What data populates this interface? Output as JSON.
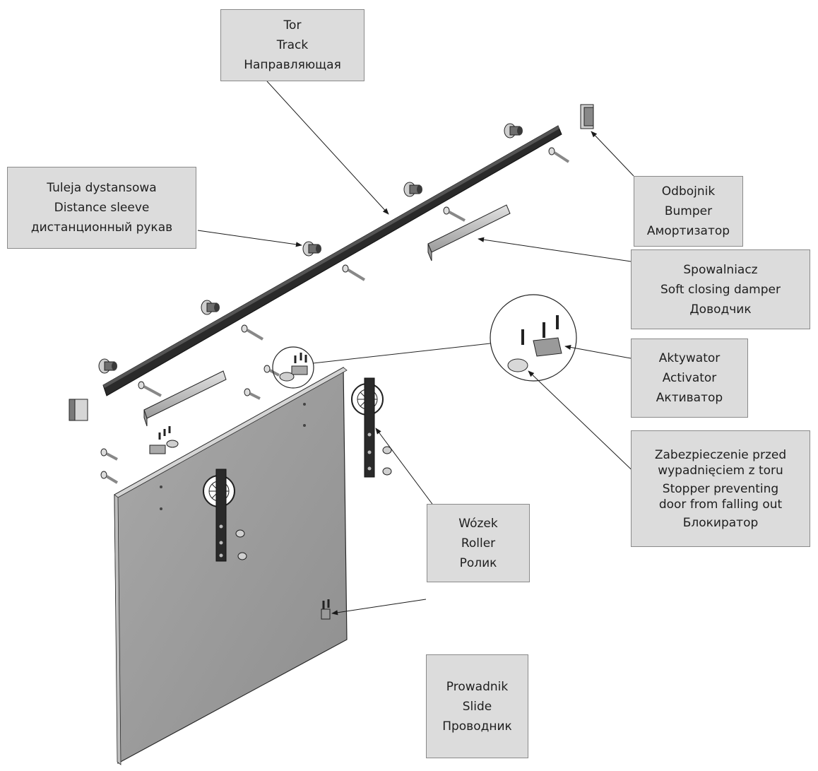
{
  "labels": {
    "track": {
      "line1": "Tor",
      "line2": "Track",
      "line3": "Направляющая"
    },
    "distance_sleeve": {
      "line1": "Tuleja dystansowa",
      "line2": "Distance sleeve",
      "line3": "дистанционный рукав"
    },
    "bumper": {
      "line1": "Odbojnik",
      "line2": "Bumper",
      "line3": "Амортизатор"
    },
    "damper": {
      "line1": "Spowalniacz",
      "line2": "Soft closing damper",
      "line3": "Доводчик"
    },
    "activator": {
      "line1": "Aktywator",
      "line2": "Activator",
      "line3": "Активатор"
    },
    "stopper": {
      "line1": "Zabezpieczenie przed",
      "line2": "wypadnięciem z toru",
      "line3": "Stopper preventing",
      "line4": "door from falling out",
      "line5": "Блокиратор"
    },
    "roller": {
      "line1": "Wózek",
      "line2": "Roller",
      "line3": "Ролик"
    },
    "slide": {
      "line1": "Prowadnik",
      "line2": "Slide",
      "line3": "Проводник"
    }
  },
  "colors": {
    "box_fill": "#dcdcdc",
    "box_border": "#8a8a8a",
    "door": "#9c9c9c",
    "metal": "#2a2a2a"
  }
}
